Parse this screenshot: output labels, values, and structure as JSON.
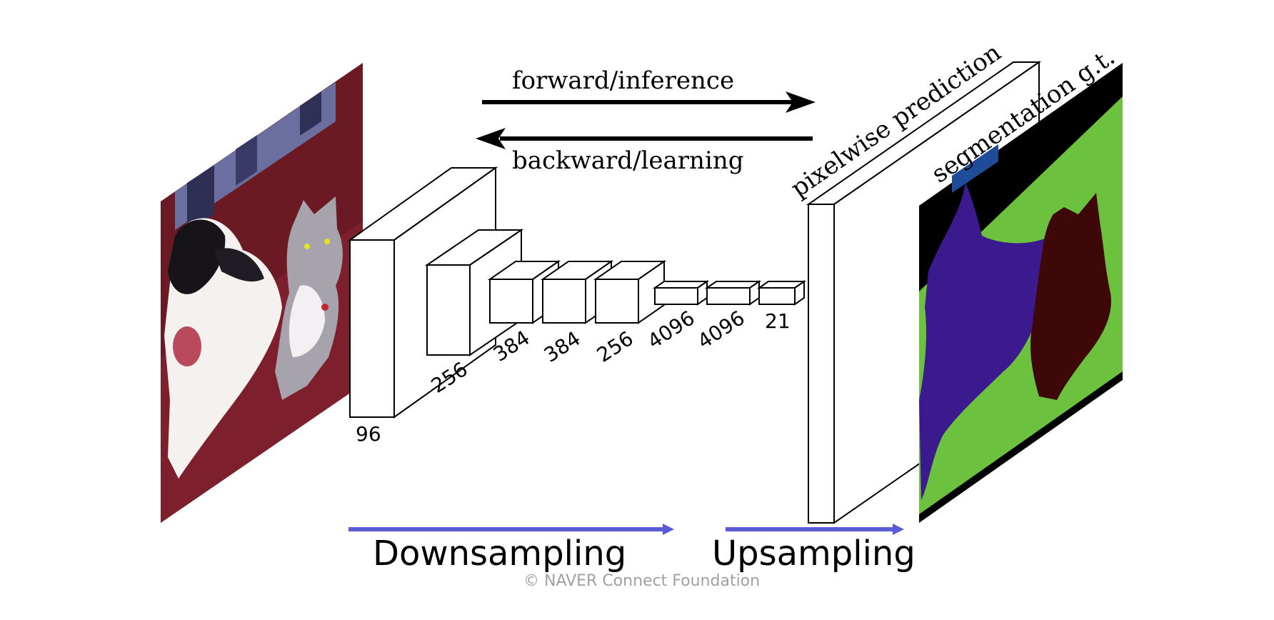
{
  "arrows": {
    "forward_label": "forward/inference",
    "backward_label": "backward/learning"
  },
  "layers": [
    {
      "label": "96"
    },
    {
      "label": "256"
    },
    {
      "label": "384"
    },
    {
      "label": "384"
    },
    {
      "label": "256"
    },
    {
      "label": "4096"
    },
    {
      "label": "4096"
    },
    {
      "label": "21"
    }
  ],
  "output": {
    "prediction_label": "pixelwise prediction",
    "ground_truth_label": "segmentation g.t."
  },
  "phases": {
    "down_label": "Downsampling",
    "up_label": "Upsampling"
  },
  "footer": {
    "copyright": "© NAVER Connect Foundation"
  },
  "colors": {
    "phase_arrow": "#5b5bd6",
    "gt_background": "#6cc13e",
    "gt_dog": "#3a1a8c",
    "gt_cat": "#3f0808",
    "gt_void": "#000000",
    "gt_tag": "#1f4c99"
  }
}
